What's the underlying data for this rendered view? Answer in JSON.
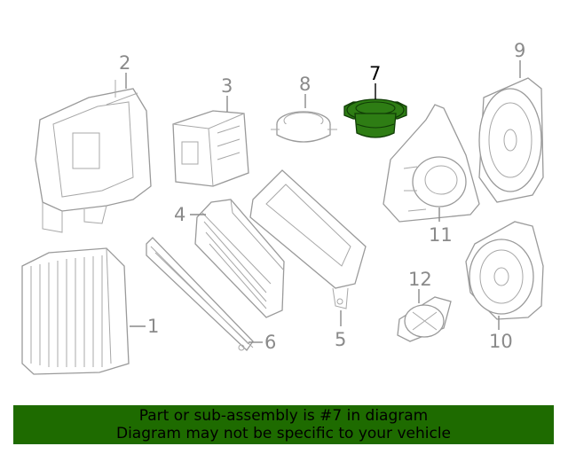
{
  "callouts": {
    "c1": "1",
    "c2": "2",
    "c3": "3",
    "c4": "4",
    "c5": "5",
    "c6": "6",
    "c7": "7",
    "c8": "8",
    "c9": "9",
    "c10": "10",
    "c11": "11",
    "c12": "12"
  },
  "highlight": {
    "part_number": "7",
    "color": "#2e7d14"
  },
  "banner": {
    "line1": "Part or sub-assembly is #7 in diagram",
    "line2": "Diagram may not be specific to your vehicle",
    "background": "#1e6b00"
  }
}
